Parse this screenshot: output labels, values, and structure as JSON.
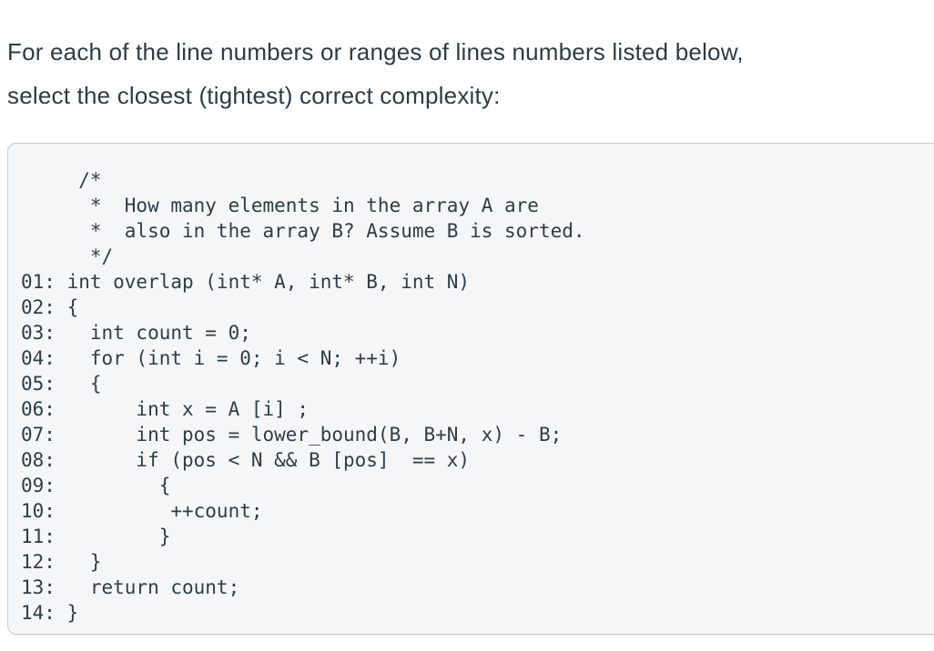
{
  "question": {
    "prompt_line1": "For each of the line numbers or ranges of lines numbers listed below,",
    "prompt_line2": "select the closest (tightest) correct complexity:"
  },
  "code": {
    "lines": [
      "     /*",
      "      *  How many elements in the array A are",
      "      *  also in the array B? Assume B is sorted.",
      "      */",
      "01: int overlap (int* A, int* B, int N)",
      "02: {",
      "03:   int count = 0;",
      "04:   for (int i = 0; i < N; ++i)",
      "05:   {",
      "06:       int x = A [i] ;",
      "07:       int pos = lower_bound(B, B+N, x) - B;",
      "08:       if (pos < N && B [pos]  == x)",
      "09:         {",
      "10:          ++count;",
      "11:         }",
      "12:   }",
      "13:   return count;",
      "14: }"
    ]
  },
  "colors": {
    "prompt_text": "#2d3b45",
    "code_text": "#2e3d48",
    "code_panel_background": "#f5f6f7",
    "code_panel_border": "#c7cdd1",
    "page_background": "#ffffff"
  }
}
